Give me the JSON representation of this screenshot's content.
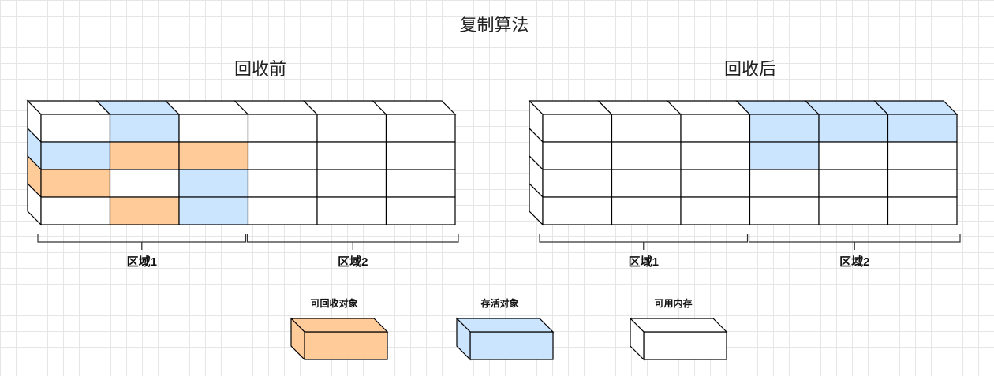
{
  "title": "复制算法",
  "before": {
    "title": "回收前",
    "columns": 6,
    "rows": [
      [
        "free",
        "alive",
        "free",
        "free",
        "free",
        "free"
      ],
      [
        "alive",
        "dead",
        "dead",
        "free",
        "free",
        "free"
      ],
      [
        "dead",
        "free",
        "alive",
        "free",
        "free",
        "free"
      ],
      [
        "free",
        "dead",
        "alive",
        "free",
        "free",
        "free"
      ]
    ],
    "regions": [
      "区域1",
      "区域2"
    ]
  },
  "after": {
    "title": "回收后",
    "columns": 6,
    "rows": [
      [
        "free",
        "free",
        "free",
        "alive",
        "alive",
        "alive"
      ],
      [
        "free",
        "free",
        "free",
        "alive",
        "free",
        "free"
      ],
      [
        "free",
        "free",
        "free",
        "free",
        "free",
        "free"
      ],
      [
        "free",
        "free",
        "free",
        "free",
        "free",
        "free"
      ]
    ],
    "regions": [
      "区域1",
      "区域2"
    ]
  },
  "legend": [
    {
      "key": "dead",
      "label": "可回收对象"
    },
    {
      "key": "alive",
      "label": "存活对象"
    },
    {
      "key": "free",
      "label": "可用内存"
    }
  ],
  "colors": {
    "dead": "#ffcc99",
    "alive": "#cce5ff",
    "free": "#ffffff",
    "stroke": "#000000",
    "grid": "#e6e6e6"
  }
}
